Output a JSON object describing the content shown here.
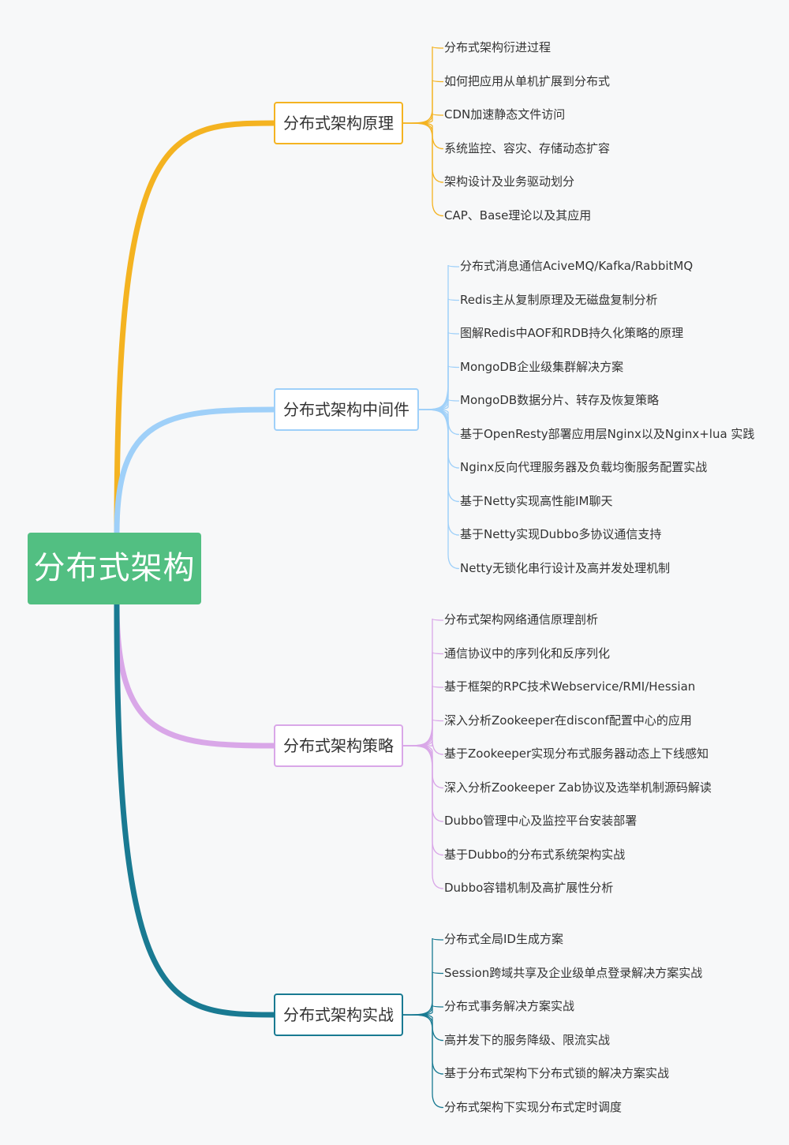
{
  "root": {
    "label": "分布式架构",
    "color": "#52bf82"
  },
  "branches": [
    {
      "label": "分布式架构原理",
      "color": "#f4b321",
      "items": [
        "分布式架构衍进过程",
        "如何把应用从单机扩展到分布式",
        "CDN加速静态文件访问",
        "系统监控、容灾、存储动态扩容",
        "架构设计及业务驱动划分",
        "CAP、Base理论以及其应用"
      ]
    },
    {
      "label": "分布式架构中间件",
      "color": "#9fd0f9",
      "items": [
        "分布式消息通信AciveMQ/Kafka/RabbitMQ",
        "Redis主从复制原理及无磁盘复制分析",
        "图解Redis中AOF和RDB持久化策略的原理",
        "MongoDB企业级集群解决方案",
        "MongoDB数据分片、转存及恢复策略",
        "基于OpenResty部署应用层Nginx以及Nginx+lua 实践",
        "Nginx反向代理服务器及负载均衡服务配置实战",
        "基于Netty实现高性能IM聊天",
        "基于Netty实现Dubbo多协议通信支持",
        "Netty无锁化串行设计及高并发处理机制"
      ]
    },
    {
      "label": "分布式架构策略",
      "color": "#d9a7e8",
      "items": [
        "分布式架构网络通信原理剖析",
        "通信协议中的序列化和反序列化",
        "基于框架的RPC技术Webservice/RMI/Hessian",
        "深入分析Zookeeper在disconf配置中心的应用",
        "基于Zookeeper实现分布式服务器动态上下线感知",
        "深入分析Zookeeper Zab协议及选举机制源码解读",
        "Dubbo管理中心及监控平台安装部署",
        "基于Dubbo的分布式系统架构实战",
        "Dubbo容错机制及高扩展性分析"
      ]
    },
    {
      "label": "分布式架构实战",
      "color": "#197a92",
      "items": [
        "分布式全局ID生成方案",
        "Session跨域共享及企业级单点登录解决方案实战",
        "分布式事务解决方案实战",
        "高并发下的服务降级、限流实战",
        "基于分布式架构下分布式锁的解决方案实战",
        "分布式架构下实现分布式定时调度"
      ]
    }
  ]
}
